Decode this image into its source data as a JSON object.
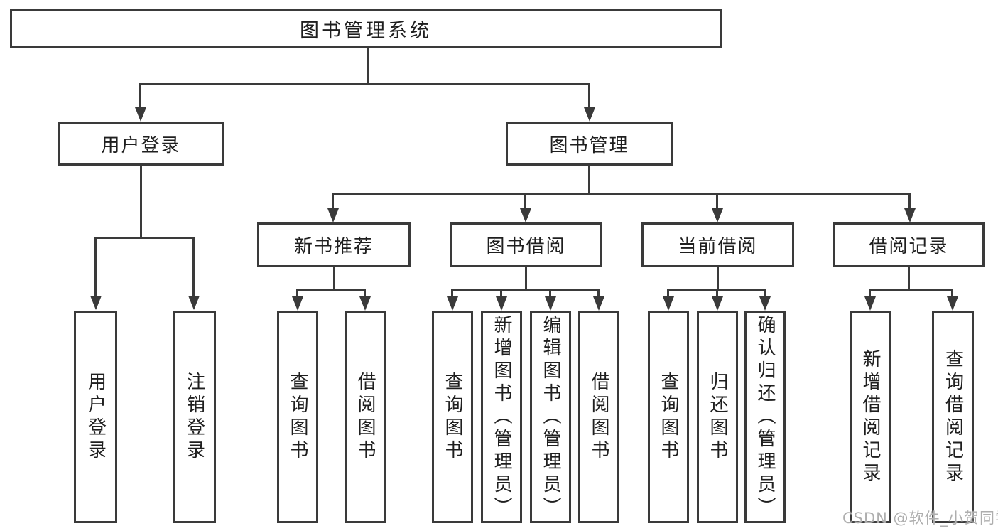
{
  "diagram": {
    "root": {
      "label": "图书管理系统"
    },
    "branches": [
      {
        "label": "用户登录",
        "children": [
          {
            "label": "用户登录"
          },
          {
            "label": "注销登录"
          }
        ]
      },
      {
        "label": "图书管理",
        "children": [
          {
            "label": "新书推荐",
            "children": [
              {
                "label": "查询图书"
              },
              {
                "label": "借阅图书"
              }
            ]
          },
          {
            "label": "图书借阅",
            "children": [
              {
                "label": "查询图书"
              },
              {
                "label": "新增图书（管理员）"
              },
              {
                "label": "编辑图书（管理员）"
              },
              {
                "label": "借阅图书"
              }
            ]
          },
          {
            "label": "当前借阅",
            "children": [
              {
                "label": "查询图书"
              },
              {
                "label": "归还图书"
              },
              {
                "label": "确认归还（管理员）"
              }
            ]
          },
          {
            "label": "借阅记录",
            "children": [
              {
                "label": "新增借阅记录"
              },
              {
                "label": "查询借阅记录"
              }
            ]
          }
        ]
      }
    ]
  },
  "watermark": {
    "text": "CSDN @软件_小贺同学"
  },
  "colors": {
    "line": "#3a3a3a",
    "text": "#1f1f1f",
    "background": "#ffffff",
    "watermark": "#aeaeae"
  }
}
